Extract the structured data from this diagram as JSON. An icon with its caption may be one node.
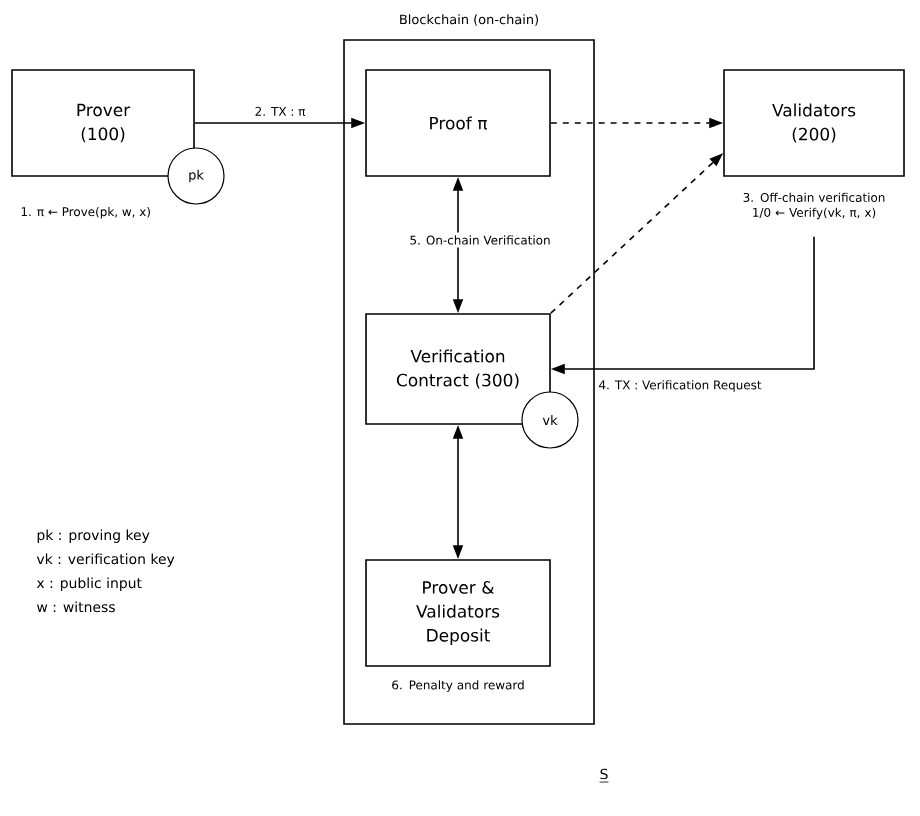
{
  "diagram": {
    "nodes": [
      {
        "text": [
          "Blockchain (on-chain)"
        ]
      },
      {
        "text": [
          "Prover (100)"
        ]
      },
      {
        "text": [
          "pk"
        ]
      },
      {
        "text": [
          "Proof π"
        ],
        "in": 0
      },
      {
        "text": [
          "Validators (200)"
        ],
        "beside": [
          "3. Off-chain verification 1/0 ← Verify(vk, π, x)"
        ]
      },
      {
        "text": [
          "Verification Contract (300)"
        ],
        "in": 0
      },
      {
        "text": [
          "vk"
        ],
        "in": 0
      },
      {
        "text": [
          "Prover & Validators Deposit"
        ],
        "in": 0,
        "beside": [
          "6. Penalty and reward"
        ]
      }
    ],
    "edges": [
      {
        "from": 1,
        "to": 3,
        "arrow": "to",
        "label": "2. TX : π"
      },
      {
        "from": 3,
        "to": 4,
        "arrow": "to",
        "style": "dashed"
      },
      {
        "from": 5,
        "to": 4,
        "arrow": "to",
        "style": "dashed"
      },
      {
        "from": 3,
        "to": 5,
        "arrow": "both",
        "label": "5. On-chain Verification"
      },
      {
        "from": 4,
        "to": 5,
        "arrow": "to",
        "label": "4. TX : Verification Request"
      },
      {
        "from": 5,
        "to": 7,
        "arrow": "both"
      }
    ],
    "labels": [
      "1. π ← Prove(pk, w, x)",
      "pk : proving key",
      "vk : verification key",
      "x : public input",
      "w : witness",
      "S"
    ]
  }
}
